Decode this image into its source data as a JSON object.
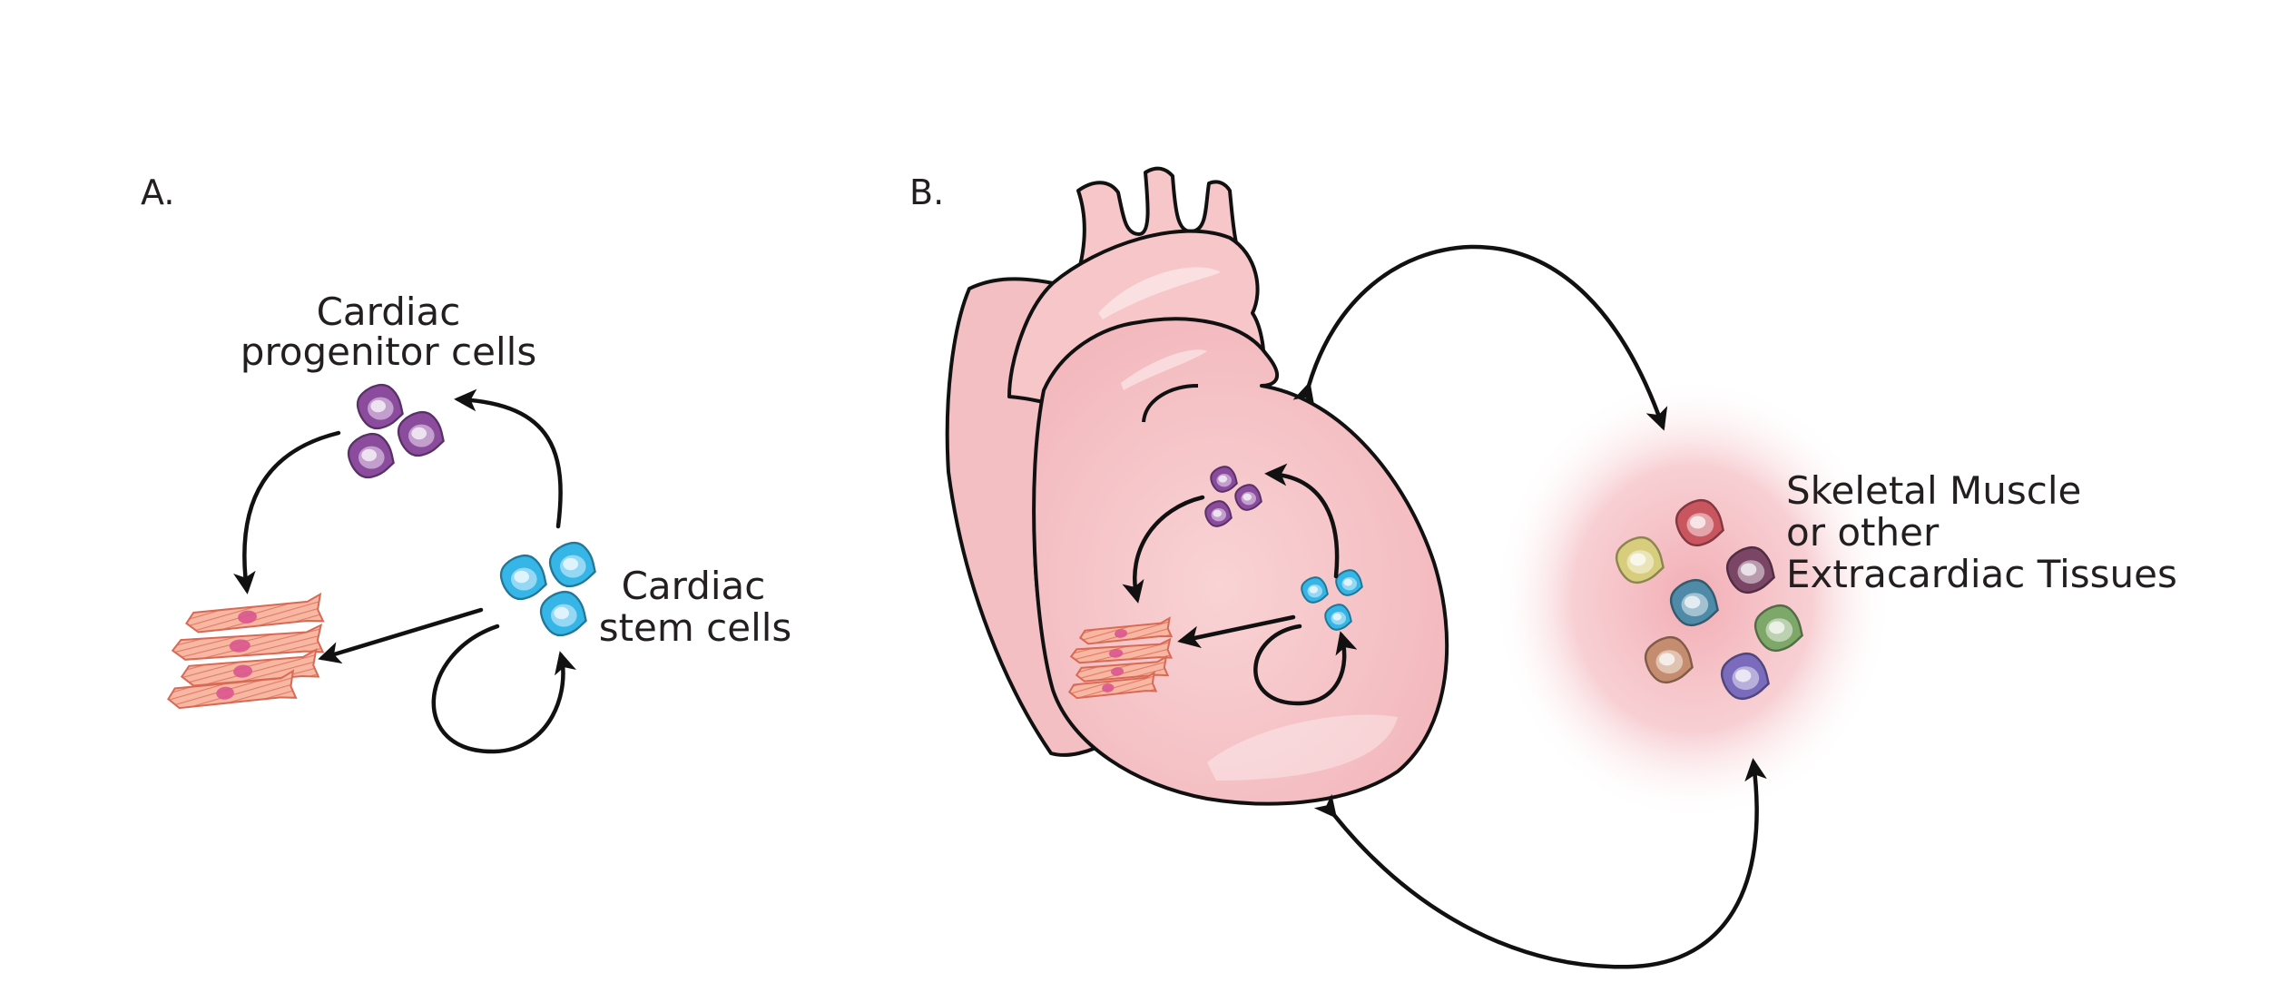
{
  "panel_a": {
    "label": "A.",
    "progenitor_label": [
      "Cardiac",
      "progenitor cells"
    ],
    "stem_label": [
      "Cardiac",
      "stem cells"
    ]
  },
  "panel_b": {
    "label": "B.",
    "tissue_label": [
      "Skeletal Muscle",
      "or other",
      "Extracardiac Tissues"
    ]
  },
  "colors": {
    "progenitor": "#8b4c9e",
    "stem": "#36b6e6",
    "muscle": "#f2a08e",
    "heart": "#f6c6c9",
    "tissue_glow": "#f3b9bf",
    "extracardiac_cells": [
      "#d8cd7c",
      "#c9555f",
      "#7b4565",
      "#4f8aa8",
      "#7ea86a",
      "#c58d6f",
      "#7a6bbd"
    ]
  }
}
